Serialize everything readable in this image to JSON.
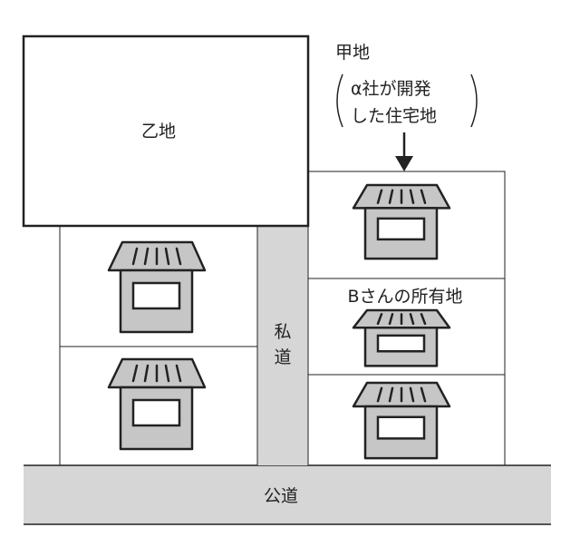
{
  "labels": {
    "otsu_land": "乙地",
    "kou_land": "甲地",
    "kou_note_line1": "α社が開発",
    "kou_note_line2": "した住宅地",
    "b_land": "Bさんの所有地",
    "private_road_1": "私",
    "private_road_2": "道",
    "public_road": "公道"
  },
  "colors": {
    "road": "#d6d6d6",
    "house": "#c6c6c6",
    "line": "#222222"
  }
}
